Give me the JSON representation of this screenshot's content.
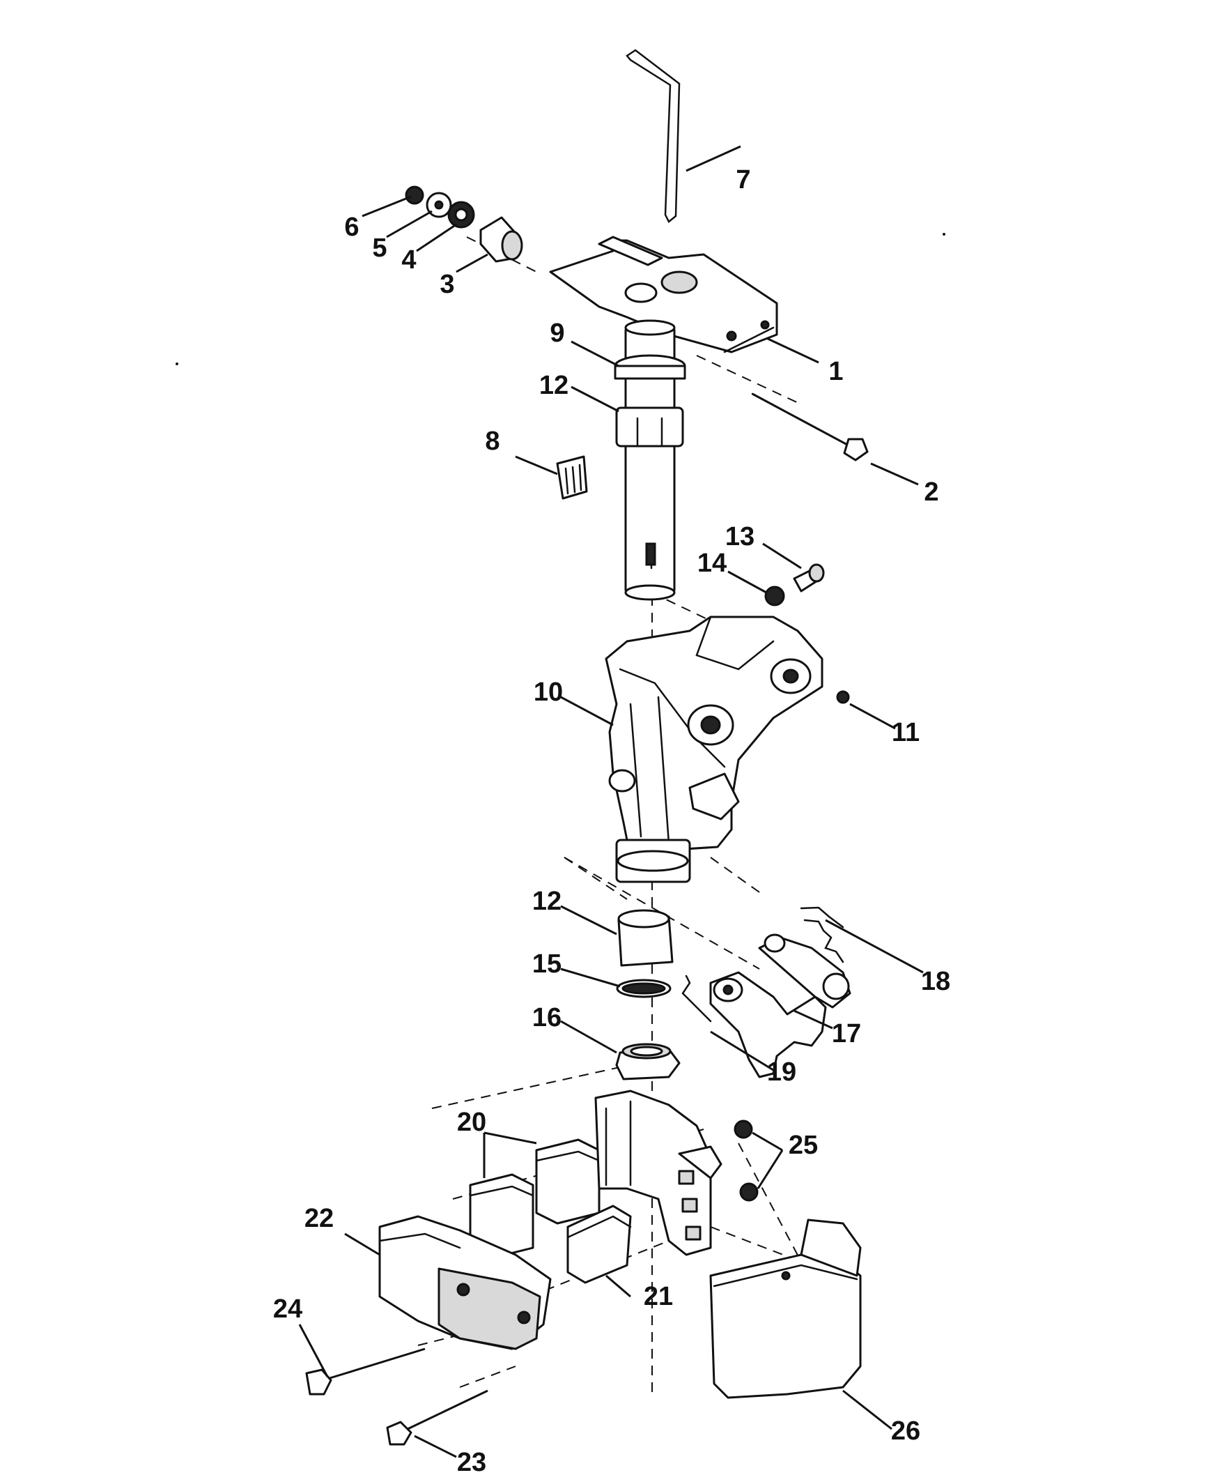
{
  "diagram": {
    "callouts": [
      {
        "id": "1",
        "text": "1"
      },
      {
        "id": "2",
        "text": "2"
      },
      {
        "id": "3",
        "text": "3"
      },
      {
        "id": "4",
        "text": "4"
      },
      {
        "id": "5",
        "text": "5"
      },
      {
        "id": "6",
        "text": "6"
      },
      {
        "id": "7",
        "text": "7"
      },
      {
        "id": "8",
        "text": "8"
      },
      {
        "id": "9",
        "text": "9"
      },
      {
        "id": "10",
        "text": "10"
      },
      {
        "id": "11",
        "text": "11"
      },
      {
        "id": "12a",
        "text": "12"
      },
      {
        "id": "12b",
        "text": "12"
      },
      {
        "id": "13",
        "text": "13"
      },
      {
        "id": "14",
        "text": "14"
      },
      {
        "id": "15",
        "text": "15"
      },
      {
        "id": "16",
        "text": "16"
      },
      {
        "id": "17",
        "text": "17"
      },
      {
        "id": "18",
        "text": "18"
      },
      {
        "id": "19",
        "text": "19"
      },
      {
        "id": "20",
        "text": "20"
      },
      {
        "id": "21",
        "text": "21"
      },
      {
        "id": "22",
        "text": "22"
      },
      {
        "id": "23",
        "text": "23"
      },
      {
        "id": "24",
        "text": "24"
      },
      {
        "id": "25",
        "text": "25"
      },
      {
        "id": "26",
        "text": "26"
      }
    ]
  }
}
